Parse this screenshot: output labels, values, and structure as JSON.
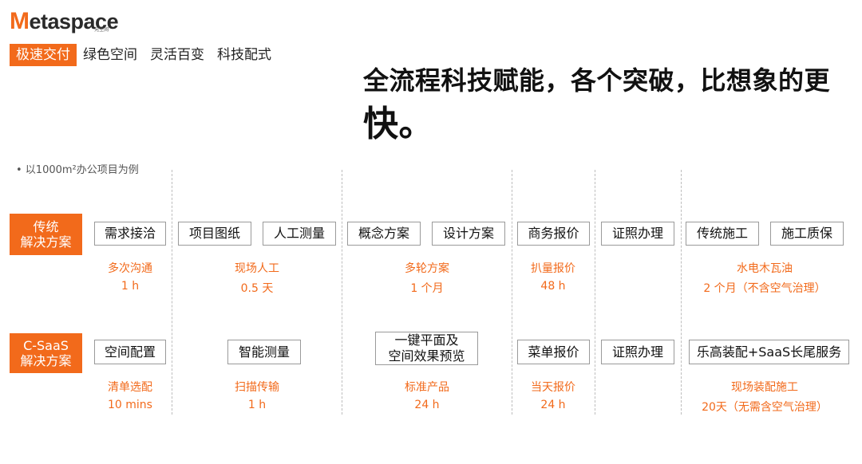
{
  "logo": {
    "text_m": "M",
    "text_rest": "etaspace",
    "subtext": "元空间"
  },
  "nav": {
    "tabs": [
      "极速交付",
      "绿色空间",
      "灵活百变",
      "科技配式"
    ]
  },
  "headline": {
    "line1": "全流程科技赋能，各个突破，比想象的更",
    "line2": "快。"
  },
  "note": "• 以1000m²办公项目为例",
  "rows": {
    "traditional": {
      "label_line1": "传统",
      "label_line2": "解决方案",
      "steps": [
        "需求接洽",
        "项目图纸",
        "人工测量",
        "概念方案",
        "设计方案",
        "商务报价",
        "证照办理",
        "传统施工",
        "施工质保"
      ],
      "metrics": [
        {
          "name": "多次沟通",
          "value": "1 h"
        },
        {
          "name": "现场人工",
          "value": "0.5 天"
        },
        {
          "name": "多轮方案",
          "value": "1 个月"
        },
        {
          "name": "扒量报价",
          "value": "48 h"
        },
        {
          "name": "水电木瓦油",
          "value": "2 个月（不含空气治理）"
        }
      ]
    },
    "csaas": {
      "label_line1": "C-SaaS",
      "label_line2": "解决方案",
      "steps": [
        "空间配置",
        "智能测量",
        "一键平面及",
        "空间效果预览",
        "菜单报价",
        "证照办理",
        "乐高装配+SaaS长尾服务"
      ],
      "metrics": [
        {
          "name": "清单选配",
          "value": "10 mins"
        },
        {
          "name": "扫描传输",
          "value": "1 h"
        },
        {
          "name": "标准产品",
          "value": "24 h"
        },
        {
          "name": "当天报价",
          "value": "24 h"
        },
        {
          "name": "现场装配施工",
          "value": "20天（无需含空气治理）"
        }
      ]
    }
  },
  "colors": {
    "accent": "#f26a1b",
    "box_border": "#9a9a9a",
    "divider": "#bdbdbd"
  }
}
